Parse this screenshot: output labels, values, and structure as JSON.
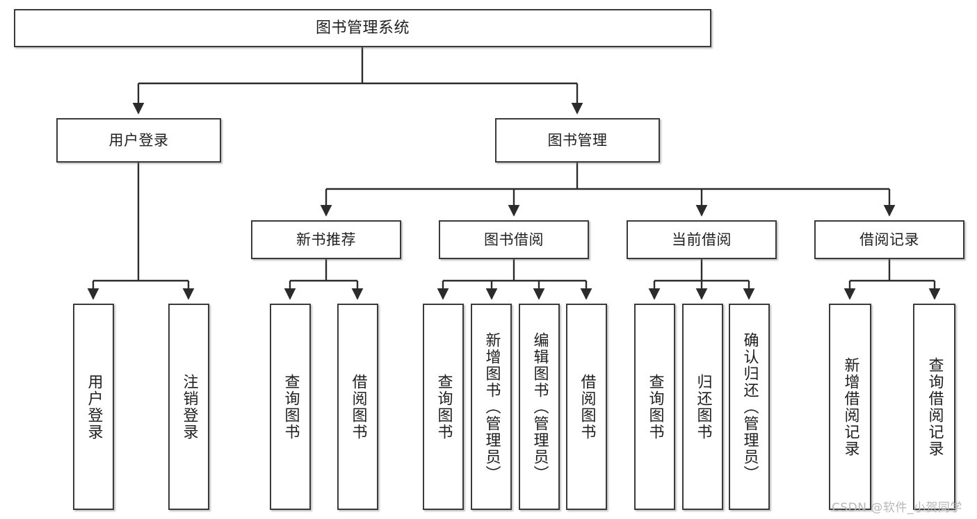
{
  "diagram": {
    "title": "图书管理系统",
    "type": "tree-hierarchy",
    "root": {
      "label": "图书管理系统"
    },
    "level2": [
      {
        "label": "用户登录"
      },
      {
        "label": "图书管理"
      }
    ],
    "level3": [
      {
        "label": "新书推荐"
      },
      {
        "label": "图书借阅"
      },
      {
        "label": "当前借阅"
      },
      {
        "label": "借阅记录"
      }
    ],
    "leaves": {
      "user_login": [
        {
          "label": "用户登录"
        },
        {
          "label": "注销登录"
        }
      ],
      "new_book_recommend": [
        {
          "label": "查询图书"
        },
        {
          "label": "借阅图书"
        }
      ],
      "book_borrow": [
        {
          "label": "查询图书"
        },
        {
          "label": "新增图书（管理员）"
        },
        {
          "label": "编辑图书（管理员）"
        },
        {
          "label": "借阅图书"
        }
      ],
      "current_borrow": [
        {
          "label": "查询图书"
        },
        {
          "label": "归还图书"
        },
        {
          "label": "确认归还（管理员）"
        }
      ],
      "borrow_record": [
        {
          "label": "新增借阅记录"
        },
        {
          "label": "查询借阅记录"
        }
      ]
    }
  },
  "watermark": {
    "text": "CSDN @软件_小贺同学"
  },
  "colors": {
    "box_border": "#3a3a3a",
    "box_fill": "#ffffff",
    "connector": "#2b2b2b",
    "text": "#1f1f1f",
    "watermark": "#b7b7b7"
  }
}
